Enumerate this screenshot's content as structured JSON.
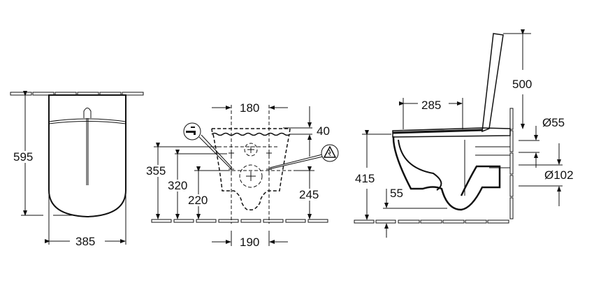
{
  "drawing": {
    "front_view": {
      "height": "595",
      "width": "385"
    },
    "rear_wall_view": {
      "top_spacing": "180",
      "bottom_spacing": "190",
      "top_offset": "40",
      "fixing_height_upper": "355",
      "fixing_height_mid": "320",
      "fixing_height_lower": "220",
      "outlet_height": "245",
      "icons": [
        "water-tap-icon",
        "electrical-warning-icon"
      ]
    },
    "side_view": {
      "lid_height": "500",
      "seat_length": "285",
      "rim_height": "415",
      "bottom_clearance": "55",
      "inlet_diameter": "Ø55",
      "outlet_diameter": "Ø102"
    }
  }
}
